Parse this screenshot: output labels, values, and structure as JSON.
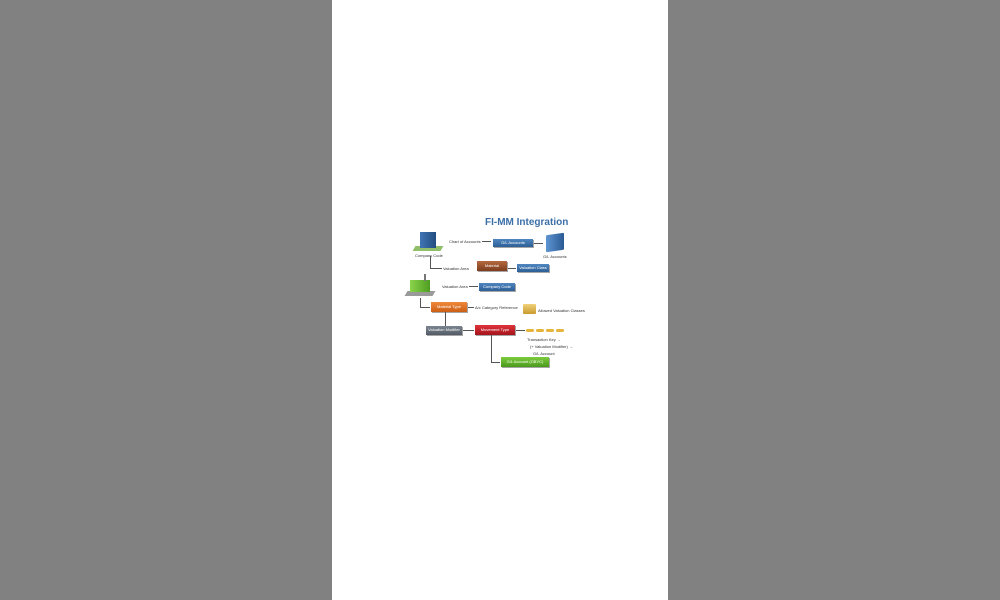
{
  "diagram": {
    "title": "FI-MM Integration",
    "company_code_label": "Company Code",
    "chart_of_accounts": "Chart of Accounts",
    "gl_accounts_box": "G/L Accounts",
    "gl_accounts_label": "G/L Accounts",
    "valuation_area_1": "Valuation Area",
    "material_box": "Material",
    "valuation_class_box": "Valuation Class",
    "valuation_area_2": "Valuation Area",
    "company_code_box": "Company Code",
    "material_type_box": "Material Type",
    "ac_category_reference": "A/c Category Reference",
    "allowed_valuation_classes": "Allowed Valuation Classes",
    "valuation_modifier_box": "Valuation Modifier",
    "movement_type_box": "Movement Type",
    "transaction_key": "Transaction Key →",
    "plus_valuation_modifier": "(+ Valuation Modifier) →",
    "gl_account": "G/L Account",
    "gl_account_obyc_box": "G/L Account (OBYC)"
  },
  "icons": [
    "building-icon",
    "folder-icon",
    "factory-icon",
    "box-icon",
    "key-icon"
  ],
  "colors": {
    "title": "#3b6fa8",
    "blue": "#2e5f96",
    "brown": "#7c3d1e",
    "orange": "#cc5f16",
    "gray": "#535c66",
    "red": "#a5141c",
    "green": "#4b9a1d"
  }
}
